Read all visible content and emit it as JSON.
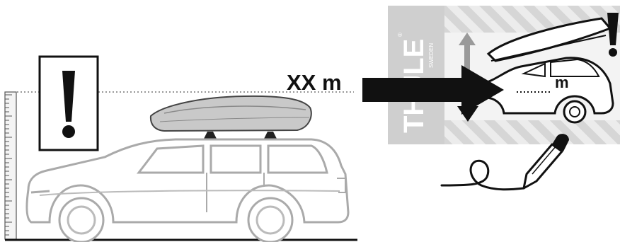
{
  "instruction": {
    "height_label": "XX m",
    "sticker_unit_label": "m",
    "brand": {
      "name": "THULE",
      "trademark": "®",
      "tagline": "SWEDEN"
    }
  },
  "colors": {
    "ink": "#111111",
    "car_outline": "#aaaaaa",
    "roof_box_fill": "#c9c9c9",
    "sticker_gray": "#cfcfcf",
    "arrow": "#111111"
  },
  "icons": [
    "height-ruler-icon",
    "warning-exclamation-icon",
    "car-with-roof-box-icon",
    "right-arrow-icon",
    "up-down-arrow-icon",
    "pen-icon",
    "curl-line-icon"
  ]
}
